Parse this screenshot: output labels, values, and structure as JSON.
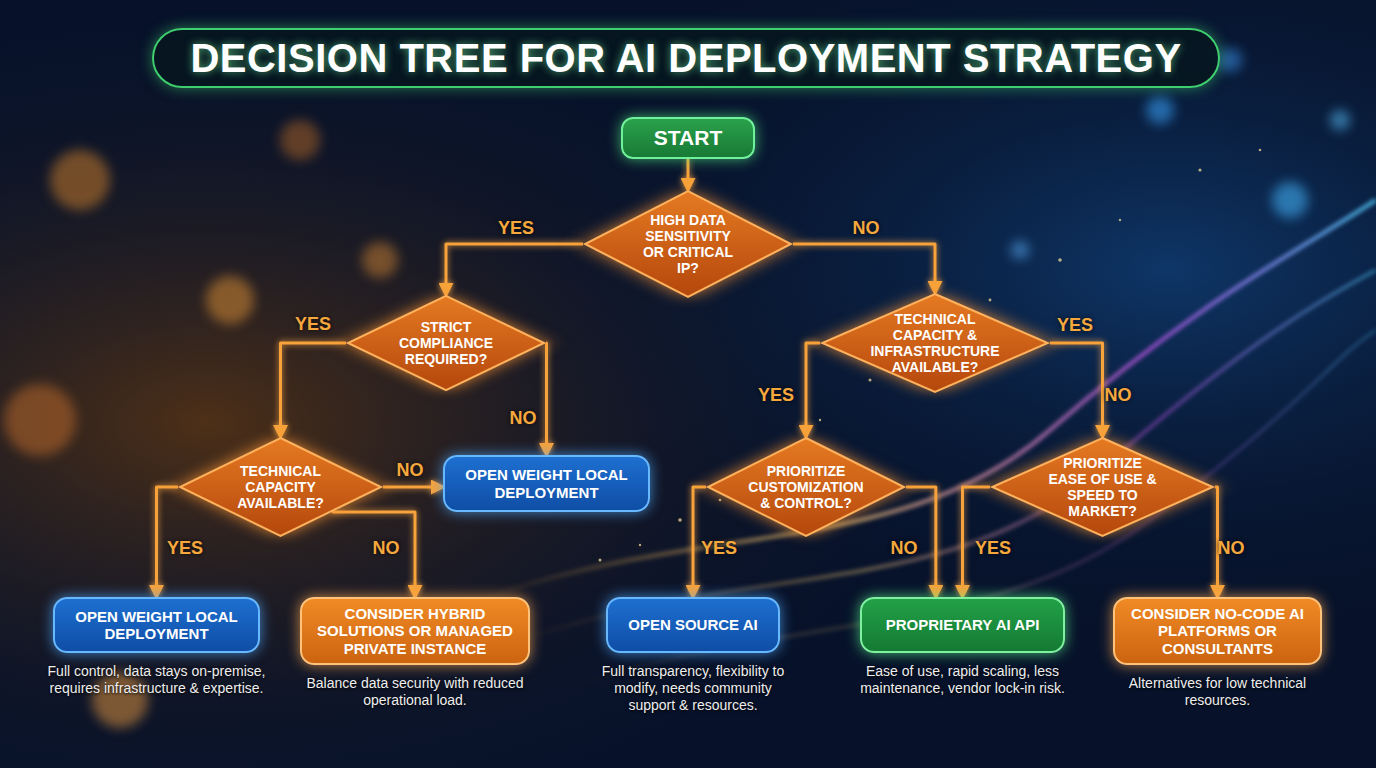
{
  "diagram": {
    "title": "DECISION TREE FOR AI DEPLOYMENT STRATEGY",
    "nodes": [
      {
        "text": [
          "START"
        ]
      },
      {
        "text": [
          "HIGH DATA SENSITIVITY OR CRITICAL IP?"
        ]
      },
      {
        "text": [
          "STRICT COMPLIANCE REQUIRED?"
        ]
      },
      {
        "text": [
          "TECHNICAL CAPACITY & INFRASTRUCTURE AVAILABLE?"
        ]
      },
      {
        "text": [
          "TECHNICAL CAPACITY AVAILABLE?"
        ]
      },
      {
        "text": [
          "OPEN WEIGHT LOCAL DEPLOYMENT"
        ]
      },
      {
        "text": [
          "PRIORITIZE CUSTOMIZATION & CONTROL?"
        ]
      },
      {
        "text": [
          "PRIORITIZE EASE OF USE & SPEED TO MARKET?"
        ]
      },
      {
        "text": [
          "OPEN WEIGHT LOCAL DEPLOYMENT",
          "Full control, data stays on-premise, requires infrastructure & expertise."
        ]
      },
      {
        "text": [
          "CONSIDER HYBRID SOLUTIONS OR MANAGED PRIVATE INSTANCE",
          "Balance data security with reduced operational load."
        ]
      },
      {
        "text": [
          "OPEN SOURCE AI",
          "Full transparency, flexibility to modify, needs community support & resources."
        ]
      },
      {
        "text": [
          "PROPRIETARY AI API",
          "Ease of use, rapid scaling, less maintenance, vendor lock-in risk."
        ]
      },
      {
        "text": [
          "CONSIDER NO-CODE AI PLATFORMS OR CONSULTANTS",
          "Alternatives for low technical resources."
        ]
      }
    ],
    "edges": [
      {
        "from": 0,
        "to": 1,
        "arrow": "to"
      },
      {
        "from": 1,
        "to": 2,
        "label": "YES",
        "arrow": "to"
      },
      {
        "from": 1,
        "to": 3,
        "label": "NO",
        "arrow": "to"
      },
      {
        "from": 2,
        "to": 4,
        "label": "YES",
        "arrow": "to"
      },
      {
        "from": 2,
        "to": 5,
        "label": "NO",
        "arrow": "to"
      },
      {
        "from": 4,
        "to": 8,
        "label": "YES",
        "arrow": "to"
      },
      {
        "from": 4,
        "to": 5,
        "label": "NO",
        "arrow": "to"
      },
      {
        "from": 4,
        "to": 9,
        "label": "NO",
        "arrow": "to"
      },
      {
        "from": 3,
        "to": 6,
        "label": "YES",
        "arrow": "to"
      },
      {
        "from": 3,
        "to": 7,
        "label": "NO",
        "arrow": "to"
      },
      {
        "from": 6,
        "to": 10,
        "label": "YES",
        "arrow": "to"
      },
      {
        "from": 6,
        "to": 11,
        "label": "NO",
        "arrow": "to"
      },
      {
        "from": 7,
        "to": 11,
        "label": "YES",
        "arrow": "to"
      },
      {
        "from": 7,
        "to": 12,
        "label": "NO",
        "arrow": "to"
      }
    ],
    "labels": [
      "YES"
    ]
  }
}
